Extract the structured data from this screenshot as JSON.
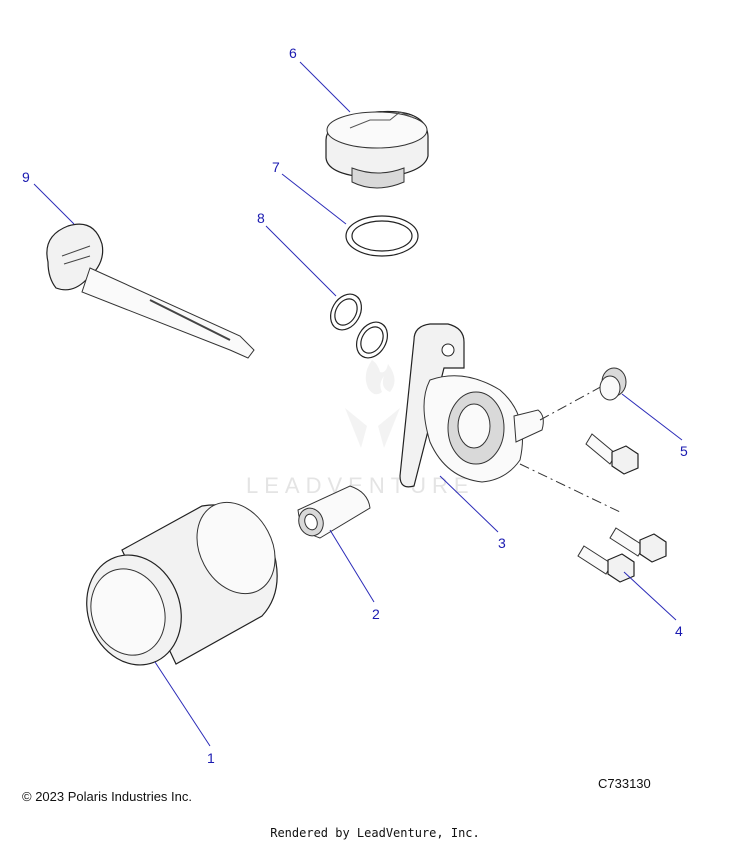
{
  "callouts": [
    {
      "number": "1",
      "part": "oil filter"
    },
    {
      "number": "2",
      "part": "sleeve"
    },
    {
      "number": "3",
      "part": "filter adapter"
    },
    {
      "number": "4",
      "part": "bolts"
    },
    {
      "number": "5",
      "part": "plug"
    },
    {
      "number": "6",
      "part": "oil fill cap"
    },
    {
      "number": "7",
      "part": "o-ring large"
    },
    {
      "number": "8",
      "part": "o-rings small"
    },
    {
      "number": "9",
      "part": "dipstick"
    }
  ],
  "watermark": "LEADVENTURE",
  "footer": {
    "copyright": "© 2023 Polaris Industries Inc.",
    "diagram_code": "C733130",
    "rendered_by": "Rendered by LeadVenture, Inc."
  }
}
